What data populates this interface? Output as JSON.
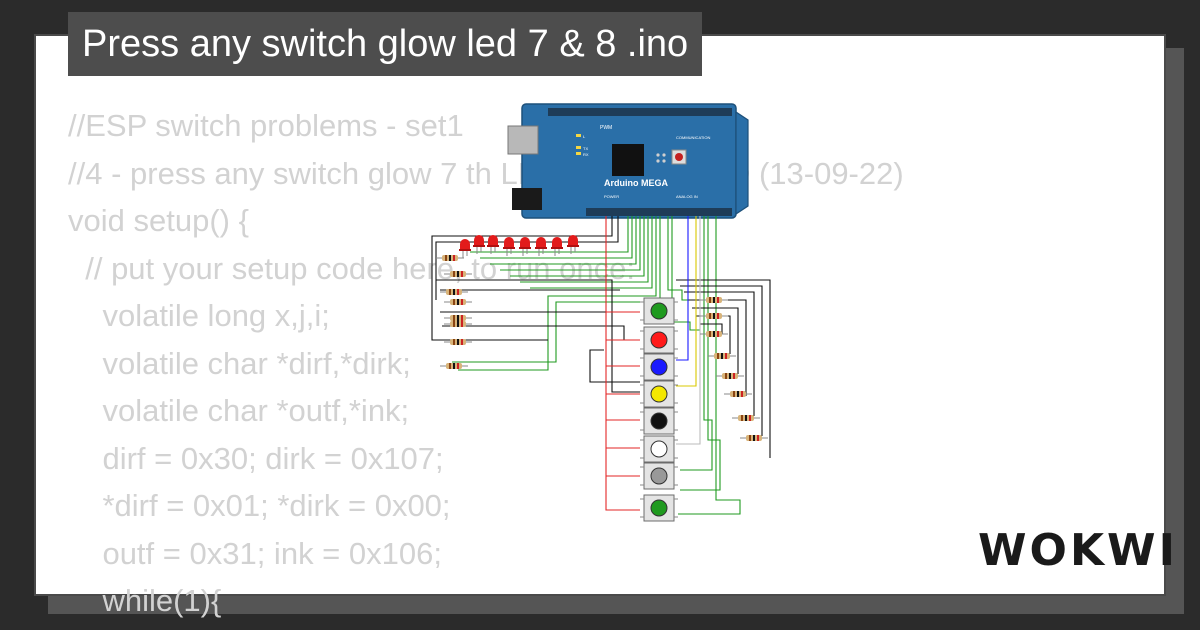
{
  "title": "Press any switch glow led 7 & 8 .ino",
  "code_lines": [
    "//ESP switch problems - set1",
    "//4 - press any switch glow 7 th LED and 8 th LED (13-09-22)",
    "void setup() {",
    "  // put your setup code here, to run once:",
    "    volatile long x,j,i;",
    "    volatile char *dirf,*dirk;",
    "    volatile char *outf,*ink;",
    "    dirf = 0x30; dirk = 0x107;",
    "    *dirf = 0x01; *dirk = 0x00;",
    "    outf = 0x31; ink = 0x106;",
    "    while(1){"
  ],
  "board": {
    "name": "Arduino MEGA",
    "labels": {
      "pwm": "PWM",
      "communication": "COMMUNICATION",
      "power": "POWER",
      "analog_in": "ANALOG IN",
      "tx": "TX",
      "rx": "RX",
      "l": "L"
    }
  },
  "buttons": [
    {
      "color": "#1f9a1f"
    },
    {
      "color": "#ff1a1a"
    },
    {
      "color": "#1a1aff"
    },
    {
      "color": "#f4e800"
    },
    {
      "color": "#111111"
    },
    {
      "color": "#ffffff"
    },
    {
      "color": "#999999"
    },
    {
      "color": "#1f9a1f"
    }
  ],
  "led_count": 8,
  "brand": "WOKWI",
  "colors": {
    "background": "#2b2b2b",
    "title_bar": "#4d4d4d",
    "board": "#2a6fa8",
    "led": "#e21b1b",
    "code_text": "#d2d2d2"
  }
}
